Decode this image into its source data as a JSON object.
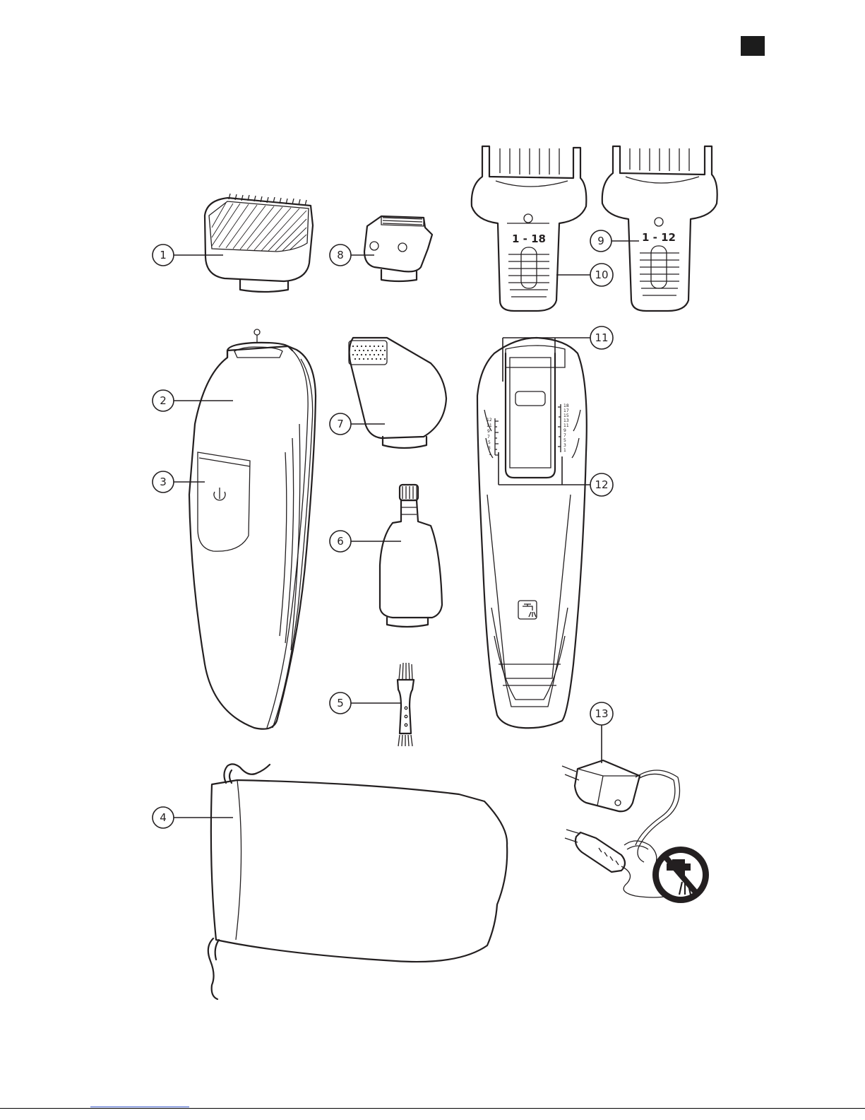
{
  "callouts": [
    "1",
    "2",
    "3",
    "4",
    "5",
    "6",
    "7",
    "8",
    "9",
    "10",
    "11",
    "12",
    "13"
  ],
  "guards": {
    "large_range": "1 - 18",
    "small_range": "1 - 12"
  },
  "handle_scale": {
    "left": [
      "12",
      "11",
      "9",
      "7",
      "5",
      "3",
      "1"
    ],
    "right": [
      "18",
      "17",
      "15",
      "13",
      "11",
      "9",
      "7",
      "5",
      "3",
      "1"
    ]
  },
  "colors": {
    "line": "#231f20",
    "tab": "#1c1c1c"
  }
}
